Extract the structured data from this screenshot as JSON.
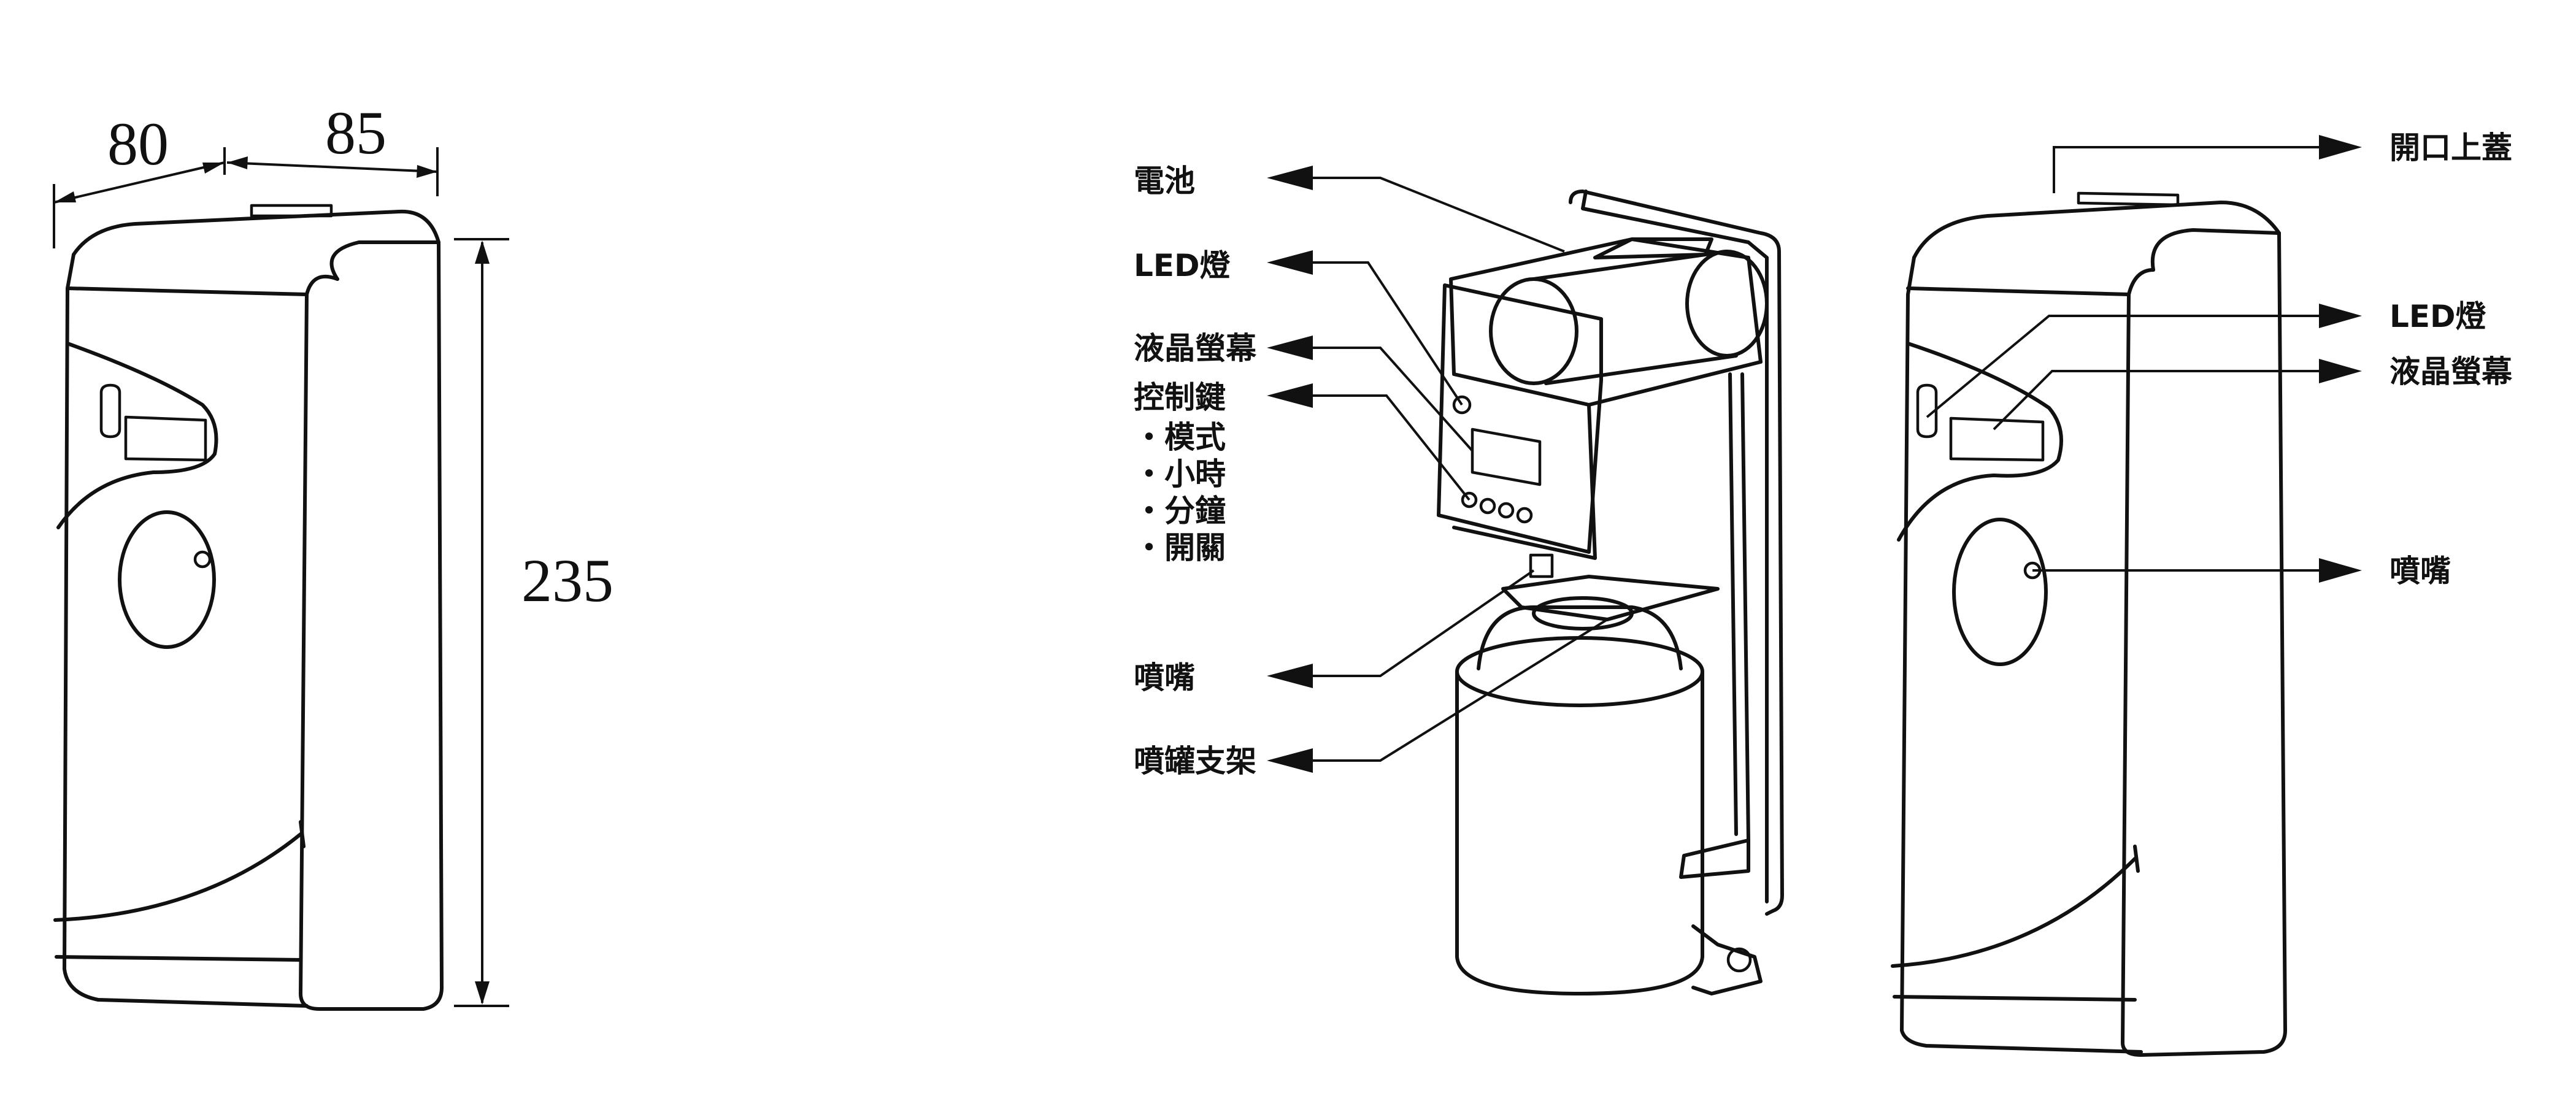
{
  "dimensions": {
    "depth": "80",
    "width": "85",
    "height": "235"
  },
  "exploded_view_labels": {
    "battery": "電池",
    "led_light": "LED燈",
    "lcd_screen": "液晶螢幕",
    "control_keys": "控制鍵",
    "control_items": [
      "・模式",
      "・小時",
      "・分鐘",
      "・開關"
    ],
    "nozzle": "噴嘴",
    "can_holder": "噴罐支架"
  },
  "front_view_labels": {
    "top_lid_opening": "開口上蓋",
    "led_light": "LED燈",
    "lcd_screen": "液晶螢幕",
    "nozzle": "噴嘴"
  }
}
